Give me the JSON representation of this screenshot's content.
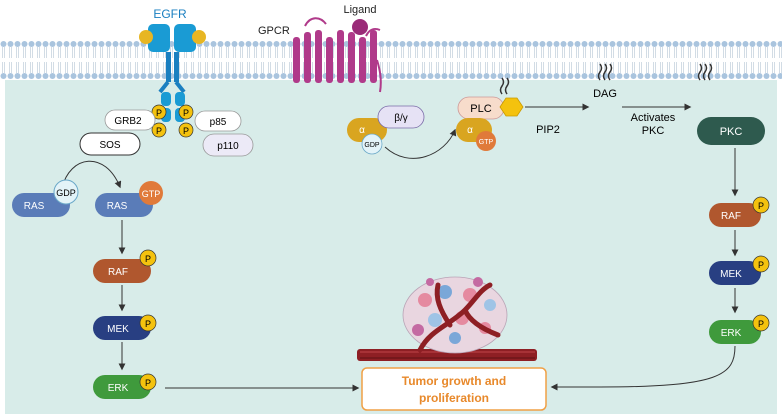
{
  "receptors": {
    "egfr": "EGFR",
    "gpcr": "GPCR",
    "ligand": "Ligand"
  },
  "adaptors": {
    "grb2": "GRB2",
    "sos": "SOS",
    "p85": "p85",
    "p110": "p110",
    "phospho": "P"
  },
  "gprotein": {
    "alpha": "α",
    "beta_gamma": "β/γ",
    "gdp": "GDP",
    "gtp": "GTP"
  },
  "plc_branch": {
    "plc": "PLC",
    "pip2": "PIP2",
    "dag": "DAG",
    "activates_line1": "Activates",
    "activates_line2": "PKC",
    "pkc": "PKC"
  },
  "left_cascade": {
    "ras_gdp": "RAS",
    "gdp": "GDP",
    "ras_gtp": "RAS",
    "gtp": "GTP",
    "raf": "RAF",
    "mek": "MEK",
    "erk": "ERK"
  },
  "right_cascade": {
    "raf": "RAF",
    "mek": "MEK",
    "erk": "ERK"
  },
  "outcome": {
    "line1": "Tumor growth and",
    "line2": "proliferation"
  },
  "colors": {
    "cytoplasm": "#d8ece9",
    "membrane_head": "#a9c4de",
    "gpcr": "#b03a8a",
    "egfr": "#1a9bd4",
    "ras": "#5a7cb8",
    "raf": "#b0572e",
    "mek": "#283f82",
    "erk": "#3f9a3c",
    "pkc": "#2e5a4e",
    "alpha": "#d9a520",
    "phospho": "#f4c20e",
    "gtp": "#e07a3a",
    "gdp": "#e3f3f8",
    "plc": "#f7dccb",
    "outcome": "#f0a046"
  }
}
